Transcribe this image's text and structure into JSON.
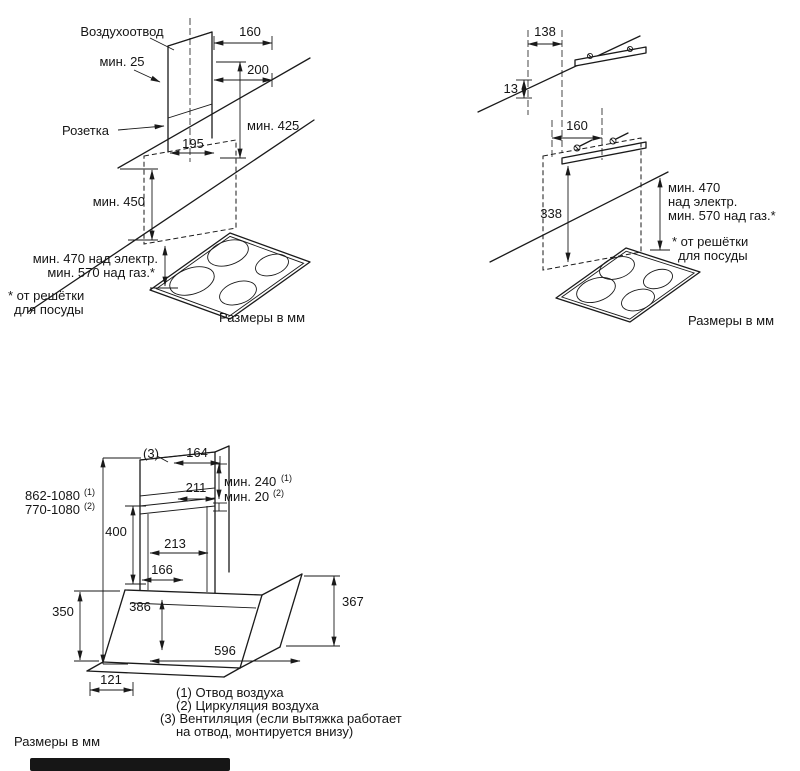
{
  "colors": {
    "line": "#1a1a1a",
    "background": "#ffffff",
    "bar": "#161616"
  },
  "diagrams": {
    "top_left": {
      "air_duct_label": "Воздухоотвод",
      "socket_label": "Розетка",
      "dim_min25": "мин. 25",
      "dim_160": "160",
      "dim_200": "200",
      "dim_195": "195",
      "dim_min425": "мин. 425",
      "dim_min450": "мин. 450",
      "clearance_electric": "мин. 470 над электр.",
      "clearance_gas": "мин. 570 над газ.*",
      "footnote1": "* от решётки",
      "footnote2": "для посуды",
      "units": "Размеры в мм"
    },
    "top_right": {
      "dim_138": "138",
      "dim_13": "13",
      "dim_160": "160",
      "dim_338": "338",
      "clearance1": "мин. 470",
      "clearance2": "над электр.",
      "clearance3": "мин. 570 над газ.*",
      "footnote1": "* от решётки",
      "footnote2": "для посуды",
      "units": "Размеры в мм"
    },
    "bottom": {
      "ref3": "(3)",
      "dim_164": "164",
      "dim_211": "211",
      "dim_min240": "мин. 240",
      "sup1": "(1)",
      "dim_min20": "мин. 20",
      "sup2": "(2)",
      "range1": "862-1080",
      "range1_sup": "(1)",
      "range2": "770-1080",
      "range2_sup": "(2)",
      "dim_400": "400",
      "dim_213": "213",
      "dim_166": "166",
      "dim_367": "367",
      "dim_350": "350",
      "dim_386": "386",
      "dim_596": "596",
      "dim_121": "121",
      "legend1": "(1) Отвод воздуха",
      "legend2": "(2) Циркуляция воздуха",
      "legend3": "(3) Вентиляция (если вытяжка работает",
      "legend4": "на отвод, монтируется внизу)",
      "units": "Размеры в мм"
    }
  }
}
